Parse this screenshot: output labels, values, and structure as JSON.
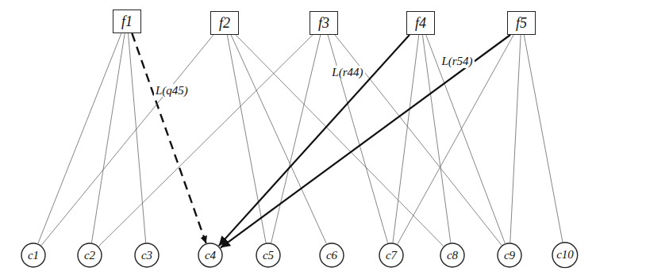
{
  "diagram": {
    "nodes": [
      {
        "text": [
          "f1"
        ]
      },
      {
        "text": [
          "f2"
        ]
      },
      {
        "text": [
          "f3"
        ]
      },
      {
        "text": [
          "f4"
        ]
      },
      {
        "text": [
          "f5"
        ]
      },
      {
        "text": [
          "c1"
        ]
      },
      {
        "text": [
          "c2"
        ]
      },
      {
        "text": [
          "c3"
        ]
      },
      {
        "text": [
          "c4"
        ]
      },
      {
        "text": [
          "c5"
        ]
      },
      {
        "text": [
          "c6"
        ]
      },
      {
        "text": [
          "c7"
        ]
      },
      {
        "text": [
          "c8"
        ]
      },
      {
        "text": [
          "c9"
        ]
      },
      {
        "text": [
          "c10"
        ]
      }
    ],
    "edges": [
      {
        "from": 0,
        "to": 5,
        "arrow": "none"
      },
      {
        "from": 0,
        "to": 6,
        "arrow": "none"
      },
      {
        "from": 0,
        "to": 7,
        "arrow": "none"
      },
      {
        "from": 0,
        "to": 8,
        "arrow": "to",
        "label": "L(q45)"
      },
      {
        "from": 1,
        "to": 5,
        "arrow": "none"
      },
      {
        "from": 1,
        "to": 9,
        "arrow": "none"
      },
      {
        "from": 1,
        "to": 10,
        "arrow": "none"
      },
      {
        "from": 1,
        "to": 12,
        "arrow": "none"
      },
      {
        "from": 2,
        "to": 6,
        "arrow": "none"
      },
      {
        "from": 2,
        "to": 9,
        "arrow": "none"
      },
      {
        "from": 2,
        "to": 11,
        "arrow": "none"
      },
      {
        "from": 2,
        "to": 13,
        "arrow": "none"
      },
      {
        "from": 3,
        "to": 8,
        "arrow": "to",
        "label": "L(r44)"
      },
      {
        "from": 3,
        "to": 11,
        "arrow": "none"
      },
      {
        "from": 3,
        "to": 12,
        "arrow": "none"
      },
      {
        "from": 3,
        "to": 13,
        "arrow": "none"
      },
      {
        "from": 4,
        "to": 8,
        "arrow": "to",
        "label": "L(r54)"
      },
      {
        "from": 4,
        "to": 11,
        "arrow": "none"
      },
      {
        "from": 4,
        "to": 13,
        "arrow": "none"
      },
      {
        "from": 4,
        "to": 14,
        "arrow": "none"
      }
    ]
  }
}
